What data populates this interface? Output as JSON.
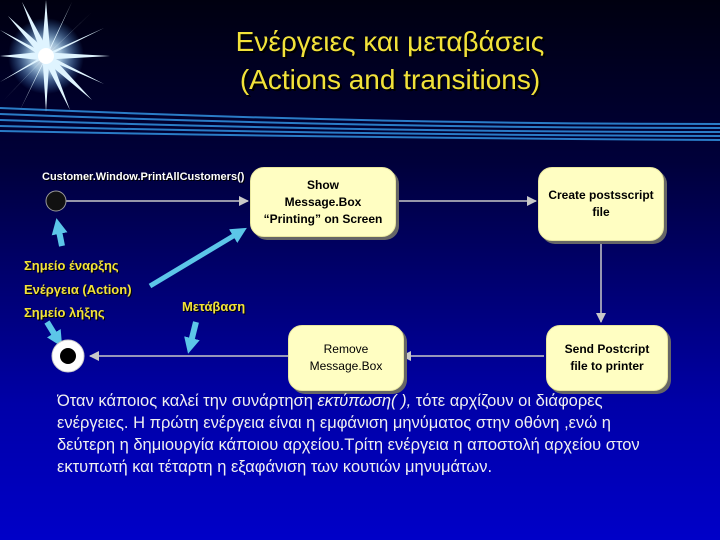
{
  "title": {
    "line1": "Ενέργειες και μεταβάσεις",
    "line2": "(Actions and transitions)"
  },
  "diagram": {
    "event_label": "Customer.Window.PrintAllCustomers()",
    "states": {
      "show_message": [
        "Show",
        "Message.Box",
        "“Printing” on Screen"
      ],
      "create_postscript": [
        "Create postsscript",
        "file"
      ],
      "send_postscript": [
        "Send Postcript",
        "file to printer"
      ],
      "remove_message": [
        "Remove",
        "Message.Box"
      ]
    },
    "legend": {
      "start_point": "Σημείο έναρξης",
      "action": "Ενέργεια (Action)",
      "end_point": "Σημείο λήξης",
      "transition": "Μετάβαση"
    }
  },
  "note": {
    "line1_before": "Όταν κάποιος καλεί την συνάρτηση ",
    "line1_italic": "εκτύπωση( ),",
    "line1_after": " τότε αρχίζουν οι διάφορες",
    "line2": "ενέργειες. Η πρώτη ενέργεια είναι η εμφάνιση μηνύματος στην οθόνη ,ενώ η",
    "line3": "δεύτερη η δημιουργία κάποιου αρχείου.Τρίτη ενέργεια η αποστολή αρχείου στον",
    "line4": "εκτυπωτή και τέταρτη η εξαφάνιση των κουτιών μηνυμάτων."
  },
  "colors": {
    "title": "#f2e23a",
    "box_fill": "#fffec2",
    "arrow": "#c8c8c8",
    "pointer_arrow": "#5cc6e8",
    "background_bottom": "#0000c8"
  }
}
